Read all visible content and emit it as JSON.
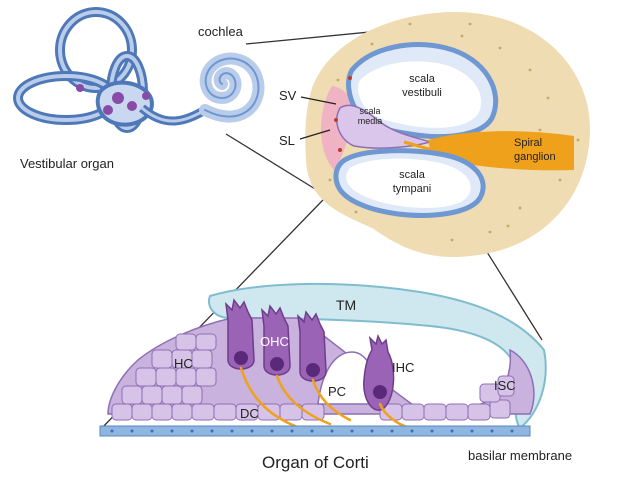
{
  "labels": {
    "cochlea": "cochlea",
    "vestibular_organ": "Vestibular organ",
    "sv": "SV",
    "sl": "SL",
    "scala_vestibuli_1": "scala",
    "scala_vestibuli_2": "vestibuli",
    "scala_media_1": "scala",
    "scala_media_2": "media",
    "scala_tympani_1": "scala",
    "scala_tympani_2": "tympani",
    "spiral_ganglion_1": "Spiral",
    "spiral_ganglion_2": "ganglion",
    "tm": "TM",
    "hc": "HC",
    "ohc": "OHC",
    "ihc": "IHC",
    "dc": "DC",
    "pc": "PC",
    "isc": "ISC",
    "organ_of_corti": "Organ of Corti",
    "basilar_membrane": "basilar membrane"
  },
  "colors": {
    "bone": "#efdcb2",
    "canal_blue": "#6f97d1",
    "canal_light": "#dfe9f7",
    "tm_fill": "#cfe7ee",
    "cell_purple": "#c9b2dd",
    "cell_outline": "#8e6fb3",
    "hair_cell": "#9a63b5",
    "nucleus": "#5a2a7a",
    "nerve": "#f0a11c",
    "stria_pink": "#efb3c3",
    "basilar": "#8fb6e0"
  }
}
